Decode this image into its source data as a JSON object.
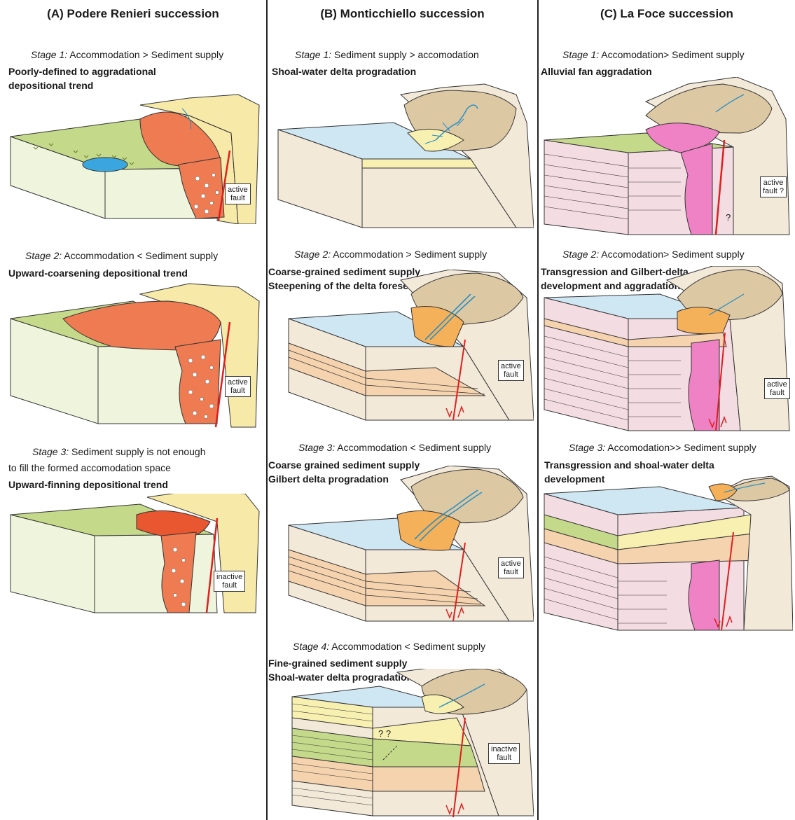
{
  "columns": [
    {
      "title": "(A) Podere Renieri succession",
      "stages": [
        {
          "stage": "Stage 1:",
          "condition": "Accommodation > Sediment supply",
          "trend": [
            "Poorly-defined to aggradational",
            "depositional trend"
          ],
          "fault": [
            "active",
            "fault"
          ]
        },
        {
          "stage": "Stage 2:",
          "condition": "Accommodation < Sediment supply",
          "trend": [
            "Upward-coarsening depositional trend"
          ],
          "fault": [
            "active",
            "fault"
          ]
        },
        {
          "stage": "Stage 3:",
          "condition": "Sediment supply is not enough",
          "condition2": "to fill the formed accomodation space",
          "trend": [
            "Upward-finning depositional trend"
          ],
          "fault": [
            "inactive",
            "fault"
          ]
        }
      ]
    },
    {
      "title": "(B) Monticchiello succession",
      "stages": [
        {
          "stage": "Stage 1:",
          "condition": "Sediment supply > accomodation",
          "trend": [
            "Shoal-water delta progradation"
          ]
        },
        {
          "stage": "Stage 2:",
          "condition": "Accommodation > Sediment supply",
          "trend": [
            "Coarse-grained sediment supply",
            "Steepening of the delta foreset"
          ],
          "fault": [
            "active",
            "fault"
          ]
        },
        {
          "stage": "Stage 3:",
          "condition": "Accommodation < Sediment supply",
          "trend": [
            "Coarse grained sediment supply",
            "Gilbert delta progradation"
          ],
          "fault": [
            "active",
            "fault"
          ]
        },
        {
          "stage": "Stage 4:",
          "condition": "Accommodation < Sediment supply",
          "trend": [
            "Fine-grained sediment supply",
            "Shoal-water delta progradation"
          ],
          "fault": [
            "inactive",
            "fault"
          ],
          "qmarks": "? ?"
        }
      ]
    },
    {
      "title": "(C) La Foce succession",
      "stages": [
        {
          "stage": "Stage 1:",
          "condition": "Accomodation> Sediment supply",
          "trend": [
            "Alluvial fan aggradation"
          ],
          "fault": [
            "active",
            "fault ?"
          ],
          "qmark": "?"
        },
        {
          "stage": "Stage 2:",
          "condition": "Accomodation> Sediment supply",
          "trend": [
            "Transgression and Gilbert-delta",
            "development and aggradation"
          ],
          "fault": [
            "active",
            "fault"
          ]
        },
        {
          "stage": "Stage 3:",
          "condition": "Accomodation>> Sediment supply",
          "trend": [
            "Transgression and shoal-water delta",
            "development"
          ]
        }
      ]
    }
  ],
  "colors": {
    "water": "#cfe6f3",
    "basement": "#f3e9d9",
    "pink_substrate": "#f4dce3",
    "green_plain": "#c5d98a",
    "fan_orange_red": "#ee7b52",
    "fan_pink": "#ee82c4",
    "delta_orange": "#f5b05a",
    "delta_yellow": "#f7f0b0",
    "hinterland_tan": "#ddc8a4",
    "fault_red": "#e01e1e",
    "lake_blue": "#39a6df"
  }
}
